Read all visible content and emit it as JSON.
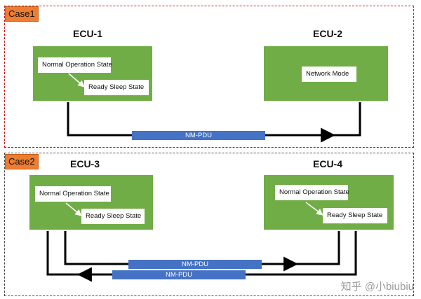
{
  "case1": {
    "tag": "Case1",
    "ecu_left": {
      "title": "ECU-1",
      "state_top": "Normal Operation State",
      "state_bottom": "Ready Sleep State"
    },
    "ecu_right": {
      "title": "ECU-2",
      "state": "Network Mode"
    },
    "pdu": "NM-PDU"
  },
  "case2": {
    "tag": "Case2",
    "ecu_left": {
      "title": "ECU-3",
      "state_top": "Normal Operation State",
      "state_bottom": "Ready Sleep State"
    },
    "ecu_right": {
      "title": "ECU-4",
      "state_top": "Normal Operation State",
      "state_bottom": "Ready Sleep State"
    },
    "pdu_forward": "NM-PDU",
    "pdu_backward": "NM-PDU"
  },
  "watermark": "知乎 @小biubiu",
  "colors": {
    "ecu_green": "#70ad47",
    "pdu_blue": "#4472c4",
    "case1_border": "#d0141a",
    "case2_border": "#444444",
    "tag_orange": "#ed7d31"
  }
}
